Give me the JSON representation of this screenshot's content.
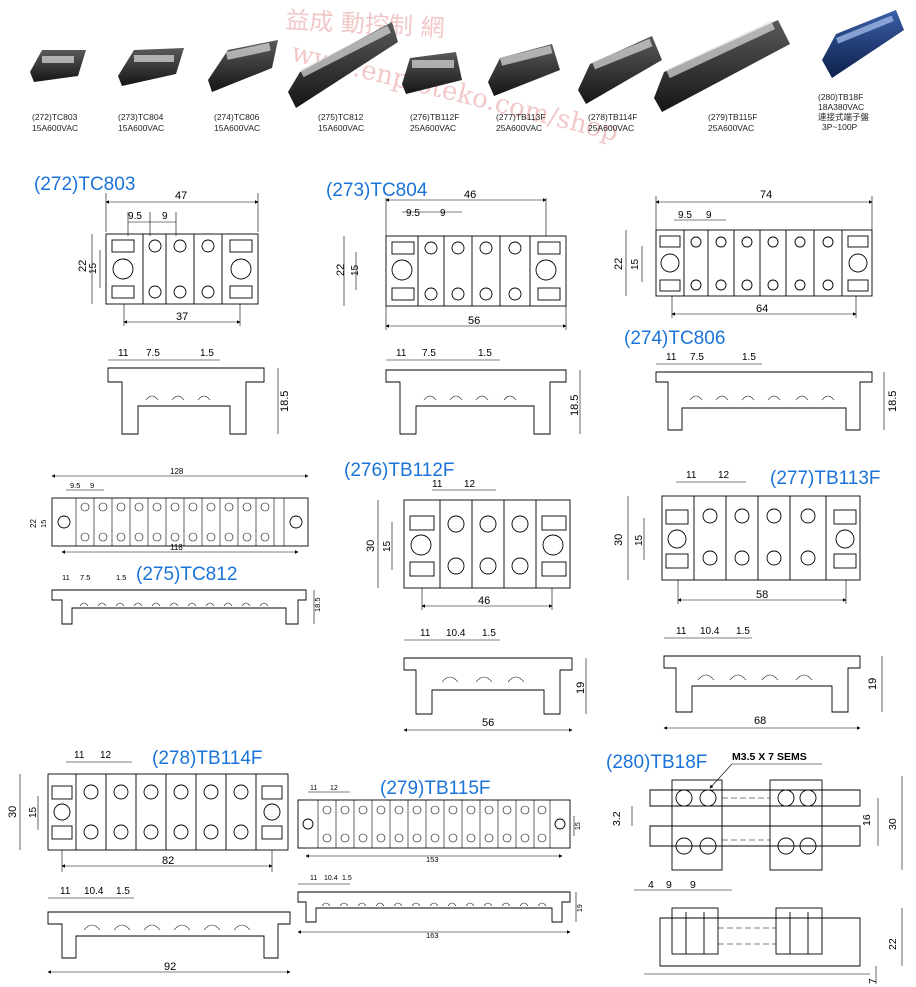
{
  "watermark": {
    "cn": "益成 動控制 網",
    "url": "www.enpioteko.com/shop"
  },
  "products": [
    {
      "id": "p272",
      "caption1": "(272)TC803",
      "caption2": "15A600VAC"
    },
    {
      "id": "p273",
      "caption1": "(273)TC804",
      "caption2": "15A600VAC"
    },
    {
      "id": "p274",
      "caption1": "(274)TC806",
      "caption2": "15A600VAC"
    },
    {
      "id": "p275",
      "caption1": "(275)TC812",
      "caption2": "15A600VAC"
    },
    {
      "id": "p276",
      "caption1": "(276)TB112F",
      "caption2": "25A600VAC"
    },
    {
      "id": "p277",
      "caption1": "(277)TB113F",
      "caption2": "25A600VAC"
    },
    {
      "id": "p278",
      "caption1": "(278)TB114F",
      "caption2": "25A600VAC"
    },
    {
      "id": "p279",
      "caption1": "(279)TB115F",
      "caption2": "25A600VAC"
    },
    {
      "id": "p280",
      "caption1": "(280)TB18F",
      "caption2": "18A380VAC",
      "caption3": "連接式端子盤",
      "caption4": "3P~100P"
    }
  ],
  "colors": {
    "title": "#1a73d9",
    "watermark": "#e79a9a",
    "line": "#000000"
  },
  "drawings": {
    "tc803": {
      "title": "(272)TC803",
      "w": "47",
      "p1": "9.5",
      "p2": "9",
      "h1": "22",
      "h2": "15",
      "b": "37",
      "s1": "11",
      "s2": "7.5",
      "s3": "1.5",
      "sh": "18.5"
    },
    "tc804": {
      "title": "(273)TC804",
      "w": "46",
      "p1": "9.5",
      "p2": "9",
      "h1": "22",
      "h2": "15",
      "b": "56",
      "s1": "11",
      "s2": "7.5",
      "s3": "1.5",
      "sh": "18.5"
    },
    "tc806": {
      "title": "(274)TC806",
      "w": "74",
      "p1": "9.5",
      "p2": "9",
      "h1": "22",
      "h2": "15",
      "b": "64",
      "s1": "11",
      "s2": "7.5",
      "s3": "1.5",
      "sh": "18.5"
    },
    "tc812": {
      "title": "(275)TC812",
      "w": "128",
      "p1": "9.5",
      "p2": "9",
      "h1": "22",
      "h2": "15",
      "b": "118",
      "s1": "11",
      "s2": "7.5",
      "s3": "1.5",
      "sh": "18.5"
    },
    "tb112f": {
      "title": "(276)TB112F",
      "p1": "11",
      "p2": "12",
      "h1": "30",
      "h2": "15",
      "b": "46",
      "s1": "11",
      "s2": "10.4",
      "s3": "1.5",
      "sh": "19",
      "sb": "56"
    },
    "tb113f": {
      "title": "(277)TB113F",
      "p1": "11",
      "p2": "12",
      "h1": "30",
      "h2": "15",
      "b": "58",
      "s1": "11",
      "s2": "10.4",
      "s3": "1.5",
      "sh": "19",
      "sb": "68"
    },
    "tb114f": {
      "title": "(278)TB114F",
      "p1": "11",
      "p2": "12",
      "h1": "30",
      "h2": "15",
      "b": "82",
      "s1": "11",
      "s2": "10.4",
      "s3": "1.5",
      "sb": "92"
    },
    "tb115f": {
      "title": "(279)TB115F",
      "p1": "11",
      "p2": "12",
      "b": "153",
      "s1": "11",
      "s2": "10.4",
      "s3": "1.5",
      "sh": "19",
      "sb": "163",
      "h2": "15"
    },
    "tb18f": {
      "title": "(280)TB18F",
      "screw": "M3.5 X 7 SEMS",
      "d1": "3.2",
      "d2": "16",
      "d3": "30",
      "d4": "4",
      "d5": "9",
      "d6": "9",
      "d7": "7",
      "d8": "22"
    }
  }
}
